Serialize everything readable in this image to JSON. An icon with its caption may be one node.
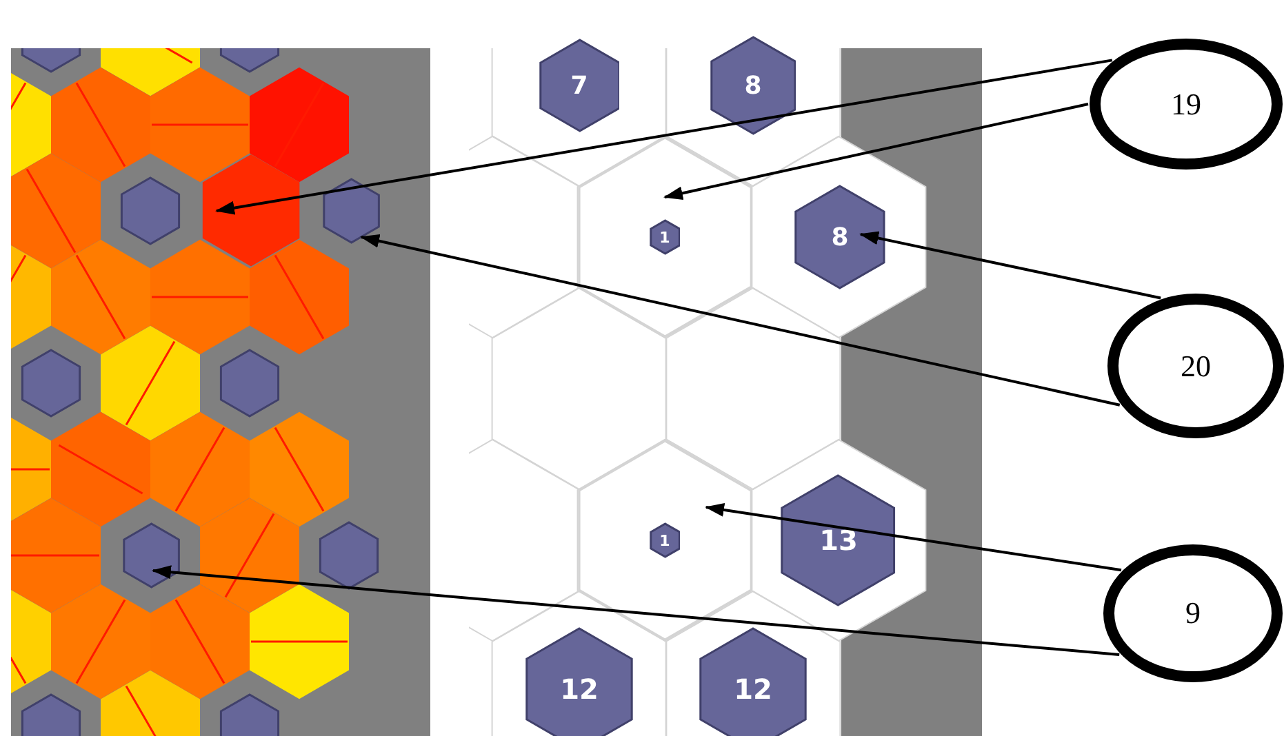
{
  "diagram": {
    "nodes": [
      {
        "text": [
          "19"
        ]
      },
      {
        "text": [
          "20"
        ]
      },
      {
        "text": [
          "9"
        ]
      },
      {
        "text": [],
        "shape": "hexagon"
      },
      {
        "text": [],
        "shape": "hexagon"
      },
      {
        "text": [],
        "shape": "hexagon"
      },
      {
        "text": [
          "8"
        ]
      },
      {
        "text": [],
        "shape": "hexagon"
      },
      {
        "text": [],
        "shape": "hexagon"
      },
      {
        "text": [
          "7"
        ]
      },
      {
        "text": [
          "8"
        ]
      },
      {
        "text": [
          "1"
        ],
        "in": 5
      },
      {
        "text": [
          "1"
        ],
        "in": 7
      },
      {
        "text": [
          "13"
        ]
      },
      {
        "text": [
          "12"
        ]
      },
      {
        "text": [
          "12"
        ]
      }
    ],
    "edges": [
      {
        "from": 0,
        "to": 3,
        "arrow": "to"
      },
      {
        "from": 0,
        "to": 5,
        "arrow": "to"
      },
      {
        "from": 1,
        "to": 4,
        "arrow": "to"
      },
      {
        "from": 1,
        "to": 6,
        "arrow": "to"
      },
      {
        "from": 2,
        "to": 7,
        "arrow": "to"
      },
      {
        "from": 2,
        "to": 8,
        "arrow": "to"
      }
    ]
  }
}
